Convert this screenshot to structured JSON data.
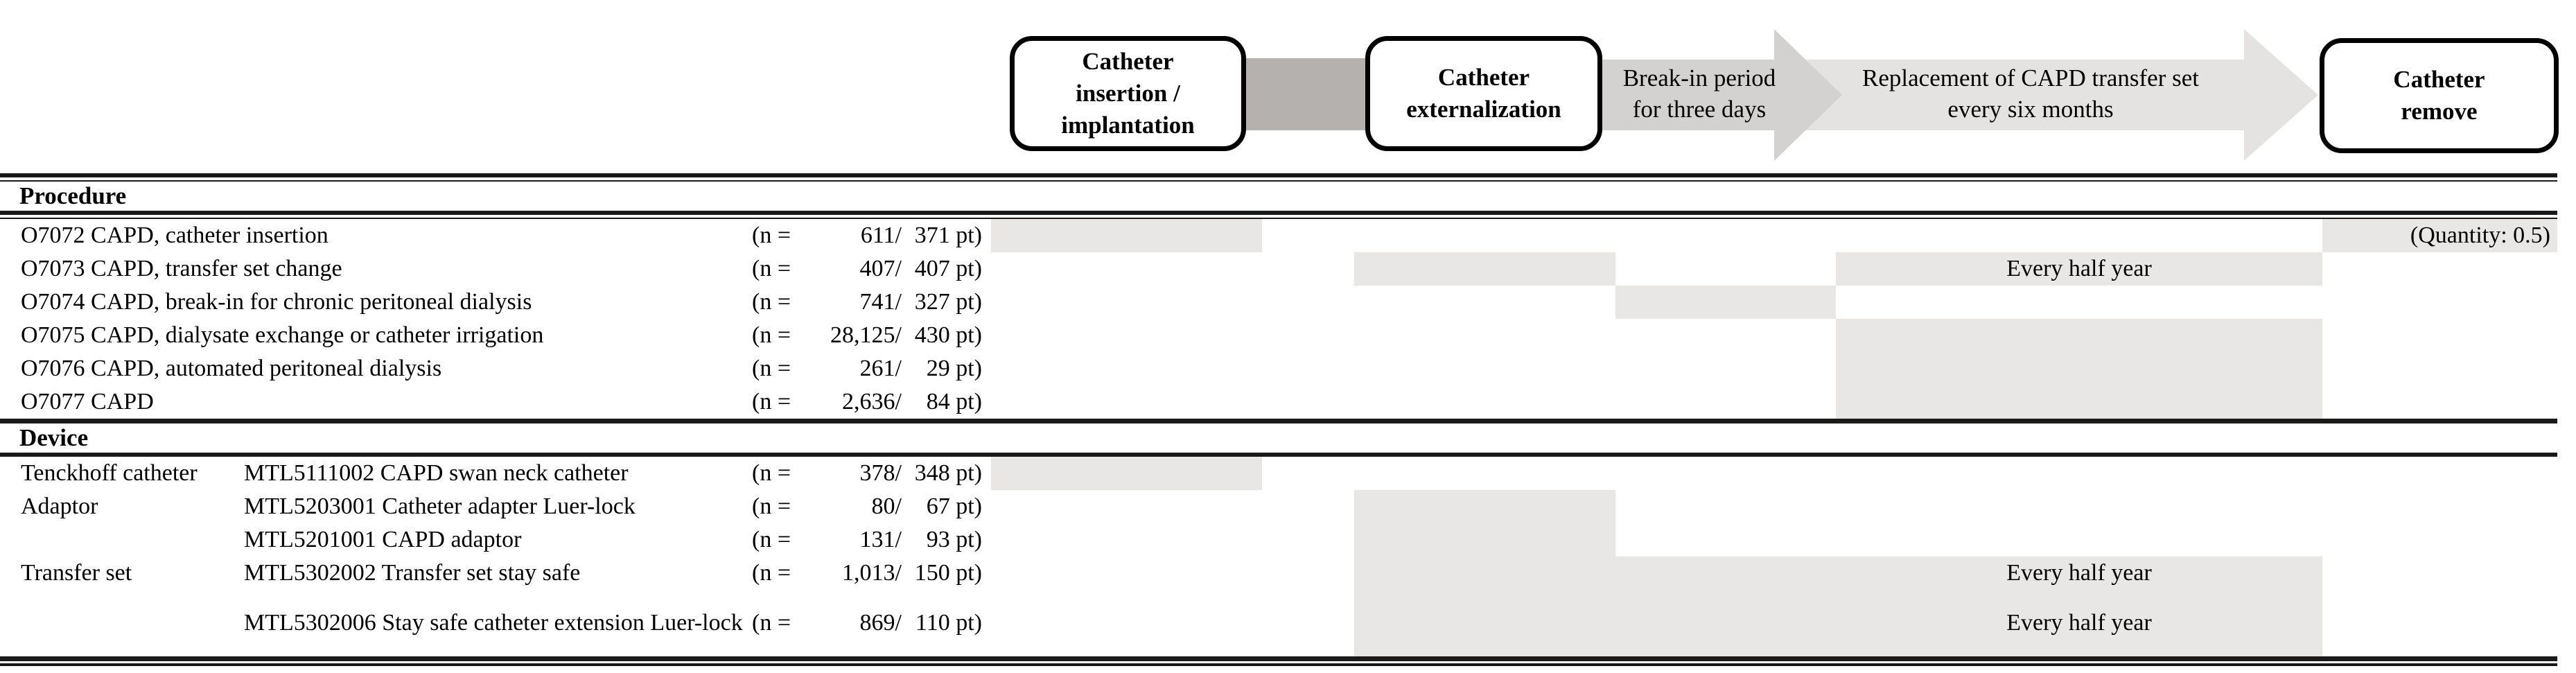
{
  "colors": {
    "connector": "#b4b1ae",
    "arrow_breakin": "#d4d2d0",
    "arrow_replacement": "#e5e3e1",
    "cell_shade": "#e8e7e5",
    "rule": "#1a1a1a"
  },
  "flow": {
    "box_insertion": "Catheter\ninsertion /\nimplantation",
    "box_externalization": "Catheter\nexternalization",
    "arrow_breakin_label": "Break-in period\nfor three days",
    "arrow_replacement_label": "Replacement of CAPD transfer set\nevery six months",
    "box_remove": "Catheter\nremove"
  },
  "table": {
    "sections": [
      {
        "header": "Procedure",
        "rows": [
          {
            "label": "O7072 CAPD, catheter insertion",
            "n_prefix": "(n =",
            "n_count": "611/",
            "n_pt": "371 pt)",
            "marks": [
              {
                "col": "insertion"
              },
              {
                "col": "remove",
                "text": "(Quantity: 0.5)",
                "align": "right"
              }
            ]
          },
          {
            "label": "O7073 CAPD, transfer set change",
            "n_prefix": "(n =",
            "n_count": "407/",
            "n_pt": "407 pt)",
            "marks": [
              {
                "col": "externalization"
              },
              {
                "col": "replacement",
                "text": "Every half year"
              }
            ]
          },
          {
            "label": "O7074 CAPD, break-in for chronic peritoneal dialysis",
            "n_prefix": "(n =",
            "n_count": "741/",
            "n_pt": "327 pt)",
            "marks": [
              {
                "col": "breakin"
              }
            ]
          },
          {
            "label": "O7075 CAPD, dialysate exchange or catheter irrigation",
            "n_prefix": "(n =",
            "n_count": "28,125/",
            "n_pt": "430 pt)",
            "marks": [
              {
                "col": "replacement"
              }
            ]
          },
          {
            "label": "O7076 CAPD, automated peritoneal dialysis",
            "n_prefix": "(n =",
            "n_count": "261/",
            "n_pt": "29 pt)",
            "marks": [
              {
                "col": "replacement"
              }
            ]
          },
          {
            "label": "O7077 CAPD",
            "n_prefix": "(n =",
            "n_count": "2,636/",
            "n_pt": "84 pt)",
            "marks": [
              {
                "col": "replacement"
              }
            ]
          }
        ]
      },
      {
        "header": "Device",
        "rows": [
          {
            "label": "Tenckhoff catheter",
            "code": "MTL5111002 CAPD swan neck catheter",
            "n_prefix": "(n =",
            "n_count": "378/",
            "n_pt": "348 pt)",
            "marks": [
              {
                "col": "insertion"
              }
            ]
          },
          {
            "label": "Adaptor",
            "code": "MTL5203001 Catheter adapter Luer-lock",
            "n_prefix": "(n =",
            "n_count": "80/",
            "n_pt": "67 pt)",
            "marks": [
              {
                "col": "externalization"
              }
            ]
          },
          {
            "label": "",
            "code": "MTL5201001 CAPD adaptor",
            "n_prefix": "(n =",
            "n_count": "131/",
            "n_pt": "93 pt)",
            "marks": [
              {
                "col": "externalization"
              }
            ]
          },
          {
            "label": "Transfer set",
            "code": "MTL5302002 Transfer set stay safe",
            "n_prefix": "(n =",
            "n_count": "1,013/",
            "n_pt": "150 pt)",
            "marks": [
              {
                "col": "extern_to_replacement",
                "text": "Every half year",
                "text_col": "replacement"
              }
            ]
          },
          {
            "label": "",
            "code": "MTL5302006 Stay safe catheter extension Luer-lock",
            "tall": true,
            "n_prefix": "(n =",
            "n_count": "869/",
            "n_pt": "110 pt)",
            "marks": [
              {
                "col": "extern_to_replacement",
                "text": "Every half year",
                "text_col": "replacement"
              }
            ]
          }
        ]
      }
    ]
  }
}
